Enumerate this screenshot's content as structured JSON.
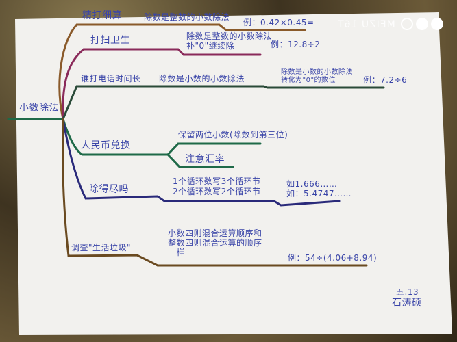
{
  "center": "小数除法",
  "branches": [
    {
      "title": "精打细算",
      "notes": [
        "除数是整数的小数除法"
      ],
      "example": "例：0.42×0.45=",
      "color": "#8a5a2a"
    },
    {
      "title": "打扫卫生",
      "notes": [
        "除数是整数的小数除法",
        "补\"0\"继续除"
      ],
      "example": "例：12.8÷2",
      "color": "#8a2a5a"
    },
    {
      "title": "谁打电话时间长",
      "notes": [
        "除数是小数的小数除法"
      ],
      "notes2": [
        "除数是小数的小数除法",
        "转化为\"0\"的数位"
      ],
      "example": "例：7.2÷6",
      "color": "#2a4a38"
    },
    {
      "title": "人民币兑换",
      "notes": [
        "保留两位小数(除数到第三位)",
        "注意汇率"
      ],
      "color": "#1f6a48"
    },
    {
      "title": "除得尽吗",
      "notes": [
        "1个循环数写3个循环节",
        "2个循环数写2个循环节"
      ],
      "notes2": [
        "如1.666……",
        "如：5.4747……"
      ],
      "color": "#2a2a7a"
    },
    {
      "title": "调查\"生活垃圾\"",
      "notes": [
        "小数四则混合运算顺序和",
        "整数四则混合运算的顺序",
        "一样"
      ],
      "example": "例：54÷(4.06+8.94)",
      "color": "#6a4a20"
    }
  ],
  "signature": [
    "五.13",
    "石涛硕"
  ],
  "watermark": "MEIZU 16T"
}
